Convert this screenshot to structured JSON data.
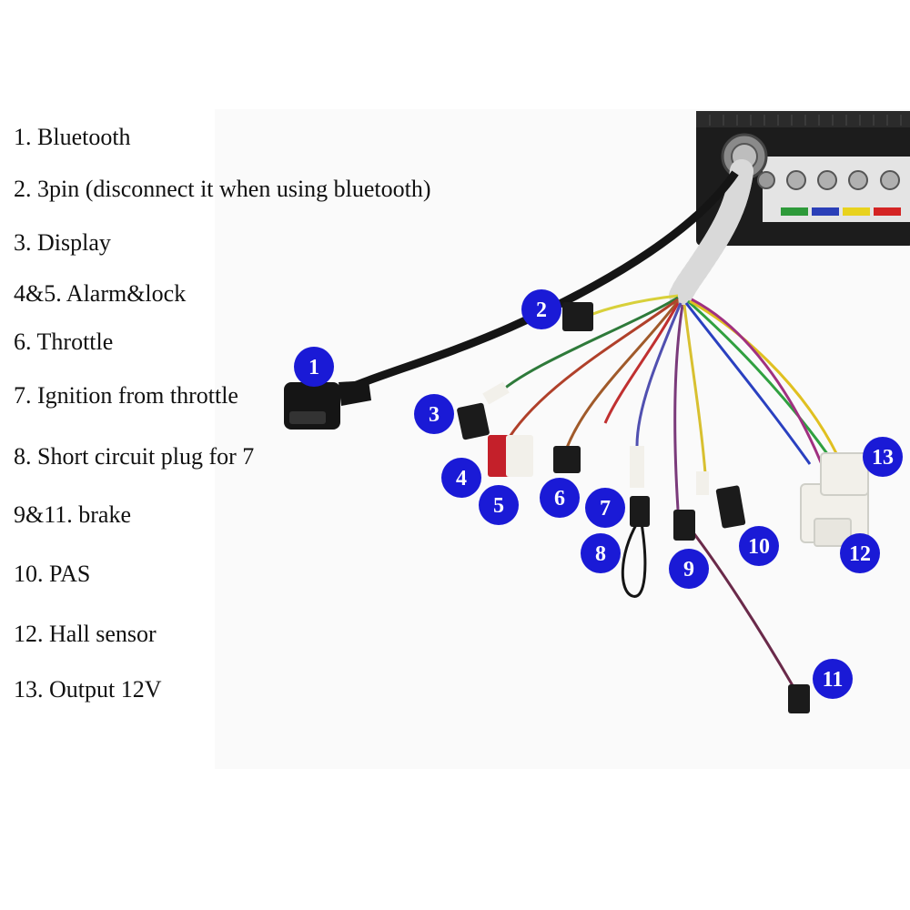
{
  "legend": [
    "1. Bluetooth",
    "2. 3pin (disconnect it when using bluetooth)",
    "3. Display",
    "4&5. Alarm&lock",
    "6. Throttle",
    "7. Ignition from throttle",
    "8. Short circuit plug for 7",
    "9&11. brake",
    "10. PAS",
    "12. Hall sensor",
    "13. Output 12V"
  ],
  "badges": [
    "1",
    "2",
    "3",
    "4",
    "5",
    "6",
    "7",
    "8",
    "9",
    "10",
    "11",
    "12",
    "13"
  ],
  "colors": {
    "badge": "#1a1ad6",
    "cable": "#151515",
    "sleeve": "#e9e9e9",
    "controller": "#1c1c1c",
    "connector_red": "#c4202a",
    "connector_white": "#f2f0ea",
    "connector_black": "#1b1b1b"
  },
  "terminal_colors": [
    "#2e9a3a",
    "#2a3fb8",
    "#e8d21e",
    "#d42424"
  ]
}
